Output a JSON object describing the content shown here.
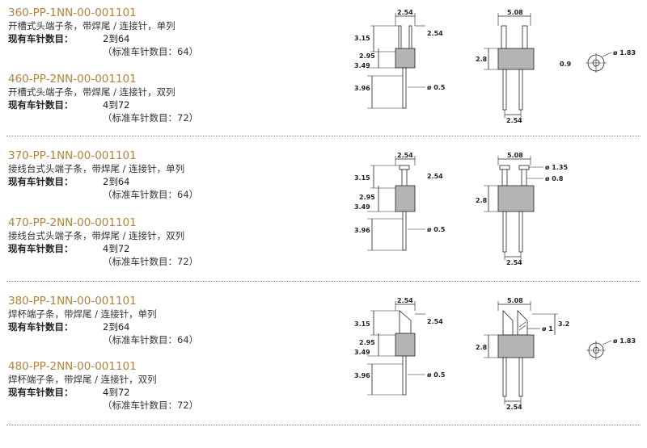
{
  "common": {
    "current_label": "现有车针数目：",
    "dim_pitch": "2.54",
    "dim_width_double": "5.08",
    "dim_top": "3.15",
    "dim_top_right": "2.54",
    "dim_mid": "2.95",
    "dim_body": "3.49",
    "dim_tail": "3.96",
    "dim_pin_dia": "ø 0.5",
    "dim_height": "2.8"
  },
  "sections": [
    {
      "entries": [
        {
          "part_no": "360-PP-1NN-00-001101",
          "desc": "开槽式头端子条，带焊尾 / 连接针，单列",
          "count": "2到64",
          "standard": "（标准车针数目：64）"
        },
        {
          "part_no": "460-PP-2NN-00-001101",
          "desc": "开槽式头端子条，带焊尾 / 连接针，双列",
          "count": "4到72",
          "standard": "（标准车针数目：72）"
        }
      ],
      "extra": {
        "hole_dia": "ø 1.83",
        "offset": "0.9"
      }
    },
    {
      "entries": [
        {
          "part_no": "370-PP-1NN-00-001101",
          "desc": "接线台式头端子条，带焊尾 / 连接针，单列",
          "count": "2到64",
          "standard": "（标准车针数目：64）"
        },
        {
          "part_no": "470-PP-2NN-00-001101",
          "desc": "接线台式头端子条，带焊尾 / 连接针，双列",
          "count": "4到72",
          "standard": "（标准车针数目：72）"
        }
      ],
      "extra": {
        "head_dia": "ø 1.35",
        "neck_dia": "ø 0.8"
      }
    },
    {
      "entries": [
        {
          "part_no": "380-PP-1NN-00-001101",
          "desc": "焊杯端子条，带焊尾 / 连接针，单列",
          "count": "2到64",
          "standard": "（标准车针数目：64）"
        },
        {
          "part_no": "480-PP-2NN-00-001101",
          "desc": "焊杯端子条，带焊尾 / 连接针，双列",
          "count": "4到72",
          "standard": "（标准车针数目：72）"
        }
      ],
      "extra": {
        "cup_dia": "ø 1",
        "cup_h": "3.2",
        "hole_dia": "ø 1.83"
      }
    }
  ]
}
